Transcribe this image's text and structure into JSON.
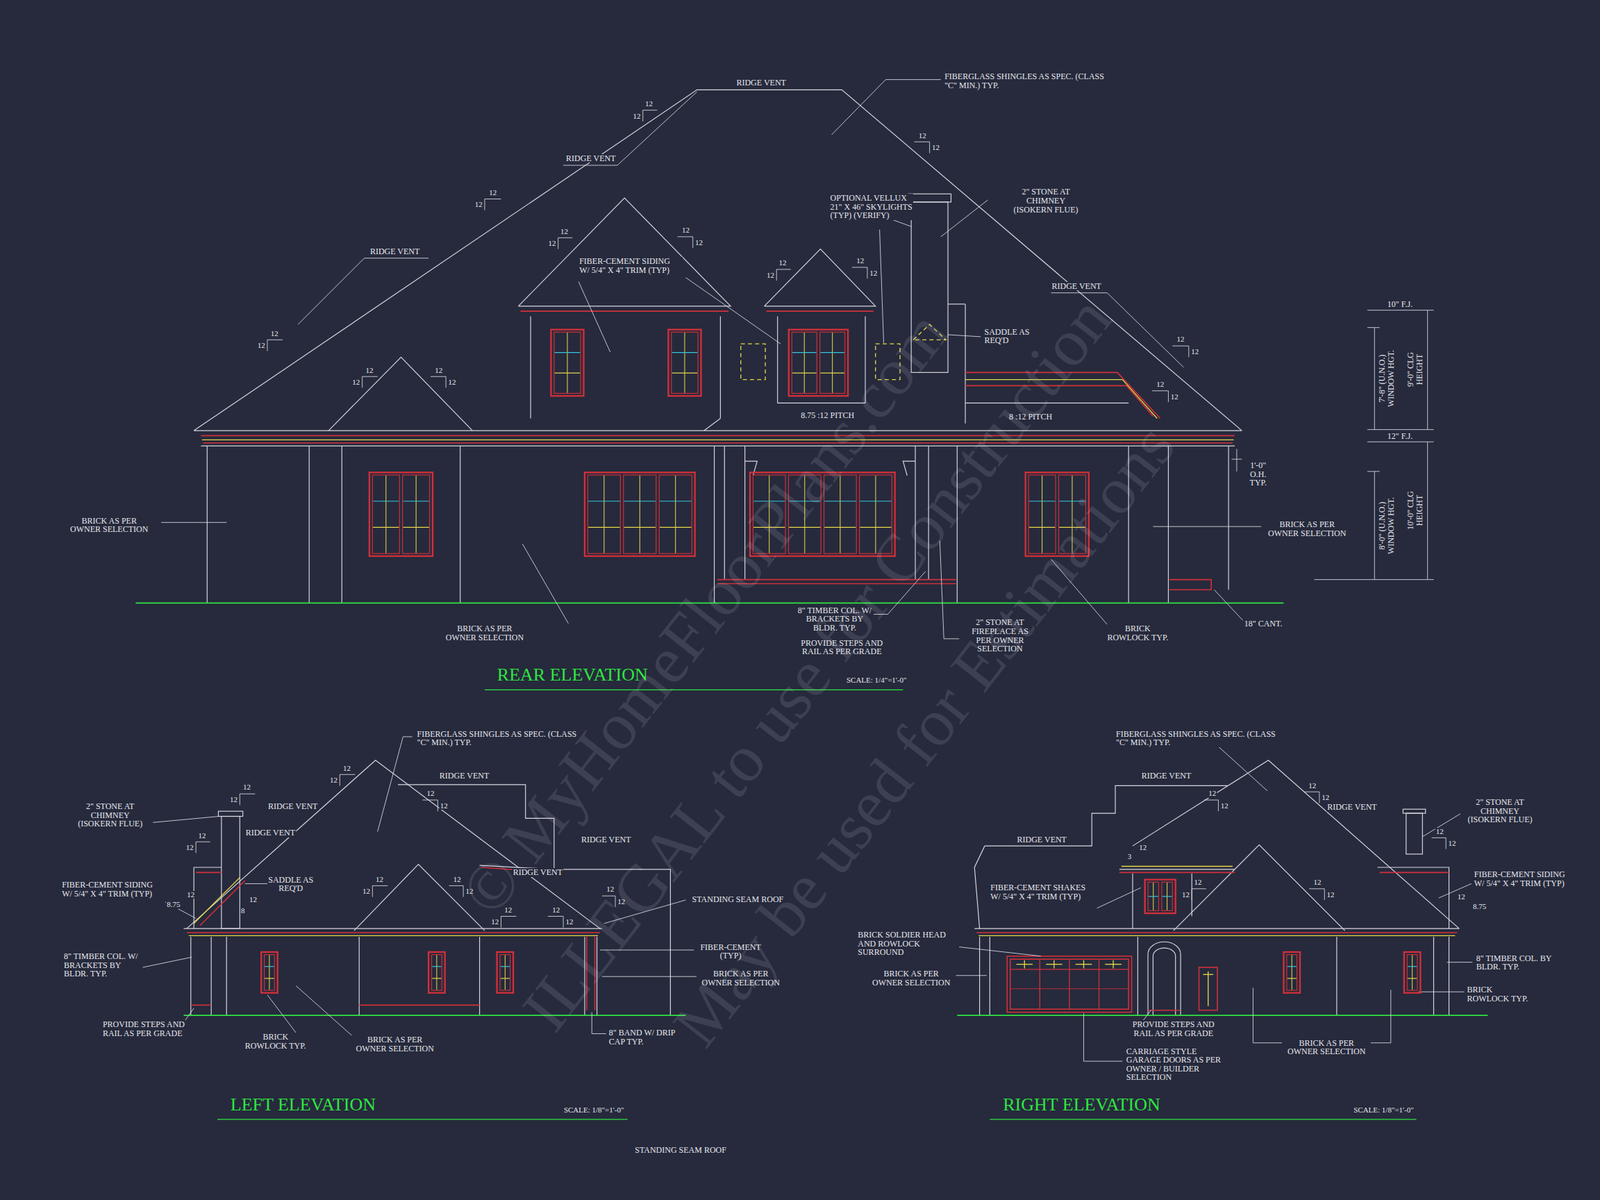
{
  "diagram": {
    "labels": [
      "RIDGE VENT",
      "FIBERGLASS SHINGLES AS SPEC. (CLASS \"C\" MIN.) TYP.",
      "12",
      "12",
      "12",
      "12",
      "RIDGE VENT",
      "12",
      "12",
      "OPTIONAL VELLUX 21\" X 46\" SKYLIGHTS (TYP) (VERIFY)",
      "2\" STONE AT CHIMNEY (ISOKERN FLUE)",
      "12",
      "12",
      "12",
      "12",
      "RIDGE VENT",
      "12",
      "12",
      "12",
      "12",
      "FIBER-CEMENT SIDING W/ 5/4\" X 4\" TRIM (TYP)",
      "RIDGE VENT",
      "SADDLE AS REQ'D",
      "12",
      "12",
      "12",
      "12",
      "12",
      "12",
      "12",
      "12",
      "12",
      "12",
      "8.75 :12 PITCH",
      "8 :12 PITCH",
      "10\" F.J.",
      "7'-8\" (U.N.O.) WINDOW HGT.",
      "9'-0\" CLG HEIGHT",
      "12\" F.J.",
      "8'-0\" (U.N.O.) WINDOW HGT.",
      "10'-0\" CLG HEIGHT",
      "1'-0\" O.H. TYP.",
      "BRICK AS PER OWNER SELECTION",
      "BRICK AS PER OWNER SELECTION",
      "BRICK AS PER OWNER SELECTION",
      "8\" TIMBER COL. W/ BRACKETS BY BLDR. TYP.",
      "PROVIDE STEPS AND RAIL AS PER GRADE",
      "2\" STONE AT FIREPLACE AS PER OWNER SELECTION",
      "BRICK ROWLOCK TYP.",
      "18\" CANT.",
      "REAR ELEVATION",
      "SCALE: 1/4\"=1'-0\"",
      "FIBERGLASS SHINGLES AS SPEC. (CLASS \"C\" MIN.) TYP.",
      "12",
      "12",
      "RIDGE VENT",
      "12",
      "12",
      "12",
      "12",
      "RIDGE VENT",
      "2\" STONE AT CHIMNEY (ISOKERN FLUE)",
      "RIDGE VENT",
      "12",
      "12",
      "RIDGE VENT",
      "RIDGE VENT",
      "SADDLE AS REQ'D",
      "12",
      "12",
      "12",
      "12",
      "FIBER-CEMENT SIDING W/ 5/4\" X 4\" TRIM (TYP)",
      "STANDING SEAM ROOF",
      "12",
      "12",
      "12",
      "8.75",
      "12",
      "8",
      "12",
      "12",
      "12",
      "12",
      "FIBER-CEMENT (TYP)",
      "BRICK AS PER OWNER SELECTION",
      "8\" TIMBER COL. W/ BRACKETS BY BLDR. TYP.",
      "PROVIDE STEPS AND RAIL AS PER GRADE",
      "BRICK ROWLOCK TYP.",
      "BRICK AS PER OWNER SELECTION",
      "8\" BAND W/ DRIP CAP TYP.",
      "LEFT ELEVATION",
      "SCALE: 1/8\"=1'-0\"",
      "FIBERGLASS SHINGLES AS SPEC. (CLASS \"C\" MIN.) TYP.",
      "RIDGE VENT",
      "12",
      "12",
      "12",
      "12",
      "2\" STONE AT CHIMNEY (ISOKERN FLUE)",
      "RIDGE VENT",
      "12",
      "12",
      "RIDGE VENT",
      "12",
      "3",
      "FIBER-CEMENT SIDING W/ 5/4\" X 4\" TRIM (TYP)",
      "12",
      "12",
      "12",
      "12",
      "FIBER-CEMENT SHAKES W/ 5/4\" X 4\" TRIM (TYP)",
      "12",
      "8.75",
      "BRICK SOLDIER HEAD AND ROWLOCK SURROUND",
      "BRICK AS PER OWNER SELECTION",
      "8\" TIMBER COL. BY BLDR. TYP.",
      "BRICK ROWLOCK TYP.",
      "PROVIDE STEPS AND RAIL AS PER GRADE",
      "CARRIAGE STYLE GARAGE DOORS AS PER OWNER / BUILDER SELECTION",
      "BRICK AS PER OWNER SELECTION",
      "RIGHT ELEVATION",
      "SCALE: 1/8\"=1'-0\"",
      "STANDING SEAM ROOF",
      "© MyHomeFloorPlans.com",
      "ILLEGAL to use for Construction",
      "May be used for Estimations"
    ]
  }
}
